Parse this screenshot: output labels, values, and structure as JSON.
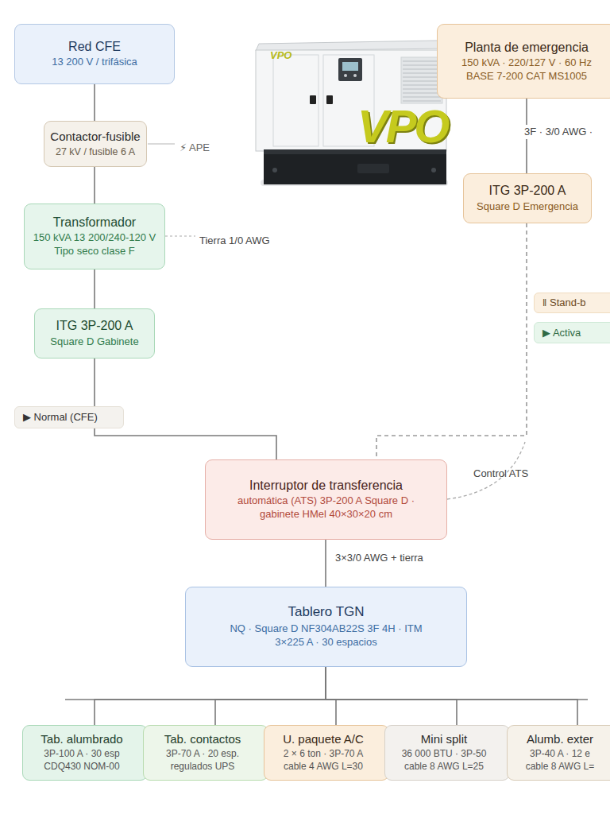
{
  "diagram": {
    "nodes": [
      {
        "text": [
          "Red CFE",
          "13 200 V / trifásica"
        ]
      },
      {
        "text": [
          "Planta de emergencia",
          "150 kVA · 220/127 V · 60 Hz BASE 7-200 CAT MS1005"
        ]
      },
      {
        "text": [
          "Contactor-fusible",
          "27 kV / fusible 6 A"
        ]
      },
      {
        "text": [
          "ITG 3P-200 A",
          "Square D Emergencia"
        ]
      },
      {
        "text": [
          "Transformador",
          "150 kVA 13 200/240-120 V Tipo seco clase F"
        ]
      },
      {
        "text": [
          "ǁ Stand-b"
        ]
      },
      {
        "text": [
          "ITG 3P-200 A",
          "Square D Gabinete"
        ]
      },
      {
        "text": [
          "▶ Activa"
        ]
      },
      {
        "text": [
          "▶ Normal (CFE)"
        ]
      },
      {
        "text": [
          "Interruptor de transferencia",
          "automática (ATS) 3P-200 A Square D · gabinete HMel 40×30×20 cm"
        ]
      },
      {
        "text": [
          "Tablero TGN",
          "NQ · Square D NF304AB22S 3F 4H · ITM 3×225 A · 30 espacios"
        ]
      },
      {
        "text": [
          "Tab. alumbrado",
          "3P-100 A · 30 esp CDQ430 NOM-00"
        ]
      },
      {
        "text": [
          "Tab. contactos",
          "3P-70 A · 20 esp. regulados UPS"
        ]
      },
      {
        "text": [
          "U. paquete A/C",
          "2 × 6 ton · 3P-70 A cable 4 AWG L=30"
        ]
      },
      {
        "text": [
          "Mini split",
          "36 000 BTU · 3P-50 cable 8 AWG L=25"
        ]
      },
      {
        "text": [
          "Alumb. exter",
          "3P-40 A · 12 e cable 8 AWG L="
        ]
      }
    ],
    "edges": [
      {
        "from": 0,
        "to": 2,
        "arrow": "none"
      },
      {
        "from": 2,
        "to": 4,
        "arrow": "none"
      },
      {
        "from": 4,
        "to": 6,
        "arrow": "none"
      },
      {
        "from": 6,
        "to": 9,
        "arrow": "none"
      },
      {
        "from": 1,
        "to": 3,
        "label": "3F · 3/0 AWG ·",
        "arrow": "none"
      },
      {
        "from": 3,
        "to": 9,
        "arrow": "none"
      },
      {
        "from": 9,
        "to": 10,
        "label": "3×3/0 AWG + tierra",
        "arrow": "none"
      },
      {
        "from": 10,
        "to": 11,
        "arrow": "none"
      },
      {
        "from": 10,
        "to": 12,
        "arrow": "none"
      },
      {
        "from": 10,
        "to": 13,
        "arrow": "none"
      },
      {
        "from": 10,
        "to": 14,
        "arrow": "none"
      },
      {
        "from": 10,
        "to": 15,
        "arrow": "none"
      }
    ],
    "labels": [
      "⚡ APE",
      "Tierra 1/0 AWG",
      "Control ATS",
      "VPO",
      "VPO"
    ]
  }
}
